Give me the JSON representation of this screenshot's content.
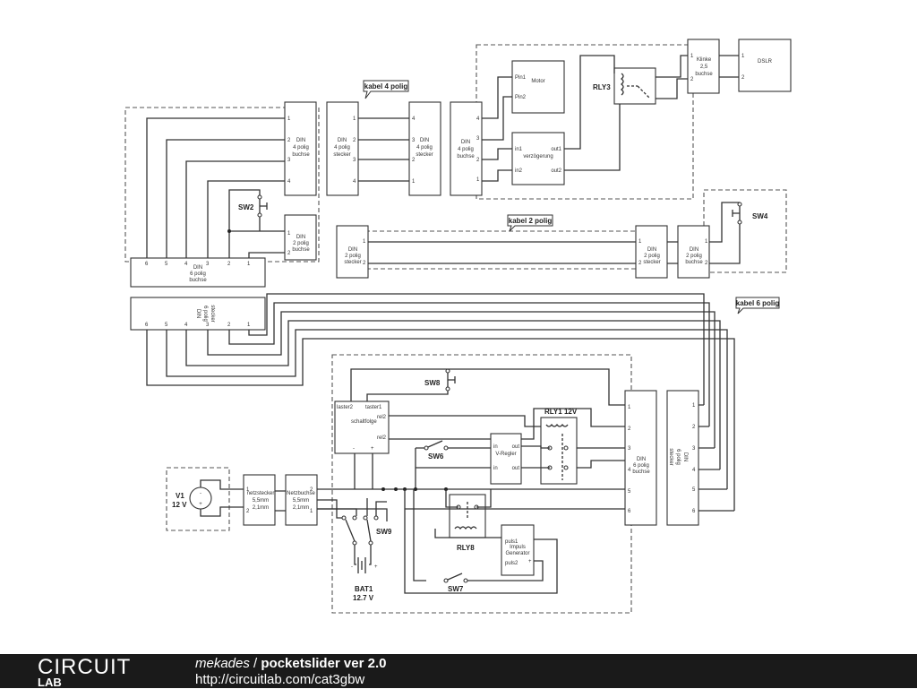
{
  "footer": {
    "logo_top": "CIRCUIT",
    "logo_bottom": "LAB",
    "author": "mekades",
    "separator": " / ",
    "title": "pocketslider ver 2.0",
    "url": "http://circuitlab.com/cat3gbw"
  },
  "labels": {
    "kabel4": "kabel 4 polig",
    "kabel2": "kabel 2 polig",
    "kabel6": "kabel 6 polig",
    "rly3": "RLY3",
    "rly1": "RLY1 12V",
    "rly8": "RLY8",
    "sw2": "SW2",
    "sw4": "SW4",
    "sw6": "SW6",
    "sw7": "SW7",
    "sw8": "SW8",
    "sw9": "SW9",
    "v1": "V1",
    "v1_val": "12 V",
    "bat1": "BAT1",
    "bat1_val": "12.7 V"
  },
  "blocks": {
    "din": "DIN",
    "vier_polig": "4 polig",
    "zwei_polig": "2 polig",
    "sechs_polig": "6 polig",
    "buchse": "buchse",
    "stecker": "stecker",
    "motor": "Motor",
    "pin1": "Pin1",
    "pin2": "Pin2",
    "verzoegerung": "verzögerung",
    "in1": "in1",
    "in2": "in2",
    "out1": "out1",
    "out2": "out2",
    "klinke": "Klinke",
    "klinke_size": "2,5",
    "dslr": "DSLR",
    "schaltfolge": "schaltfolge",
    "laster2": "laster2",
    "taster1": "taster1",
    "rel2": "rel2",
    "vregler": "V-Regler",
    "in": "in",
    "out": "out",
    "netzstecker": "netzstecker",
    "netzbuchse": "Netzbuchse",
    "size1": "5,5mm",
    "size2": "2,1mm",
    "puls1": "puls1",
    "puls2": "puls2",
    "impuls": "Impuls",
    "generator": "Generator",
    "minus": "-",
    "plus": "+"
  },
  "pins": {
    "p1": "1",
    "p2": "2",
    "p3": "3",
    "p4": "4",
    "p5": "5",
    "p6": "6"
  },
  "colors": {
    "wire": "#333333",
    "footer_bg": "#1a1a1a",
    "footer_text": "#ffffff"
  }
}
